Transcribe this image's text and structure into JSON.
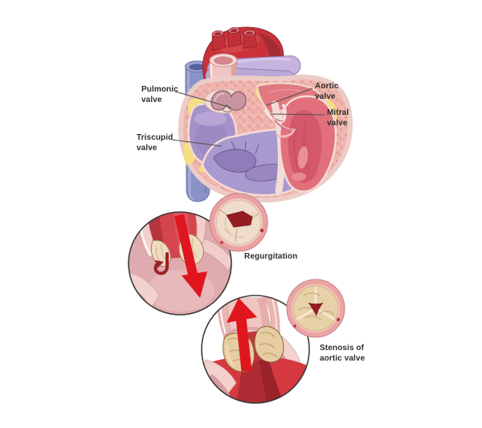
{
  "illustration": {
    "heart": {
      "labels": {
        "pulmonic": "Pulmonic valve",
        "tricuspid": "Triscupid valve",
        "aortic": "Aortic valve",
        "mitral": "Mitral valve"
      }
    },
    "conditions": {
      "regurgitation": "Regurgitation",
      "stenosis": "Stenosis of aortic valve"
    },
    "colors": {
      "aorta_red": "#ca3138",
      "flow_arrow_red": "#e0161f",
      "backflow_curl_red": "#9c2127",
      "right_heart_purple": "#a795cb",
      "left_heart_pink": "#e2707c",
      "vein_blue": "#8a93c6",
      "pulmonary_artery_lavender": "#c7b4de",
      "fat_yellow": "#f5dd82",
      "valve_leaflet_cream": "#eedcc2",
      "calcified_leaflet_tan": "#e7cda3",
      "orifice_dark_red": "#941c22",
      "inset_outline": "#3a3a3a",
      "label_text": "#2d2d2d"
    }
  }
}
